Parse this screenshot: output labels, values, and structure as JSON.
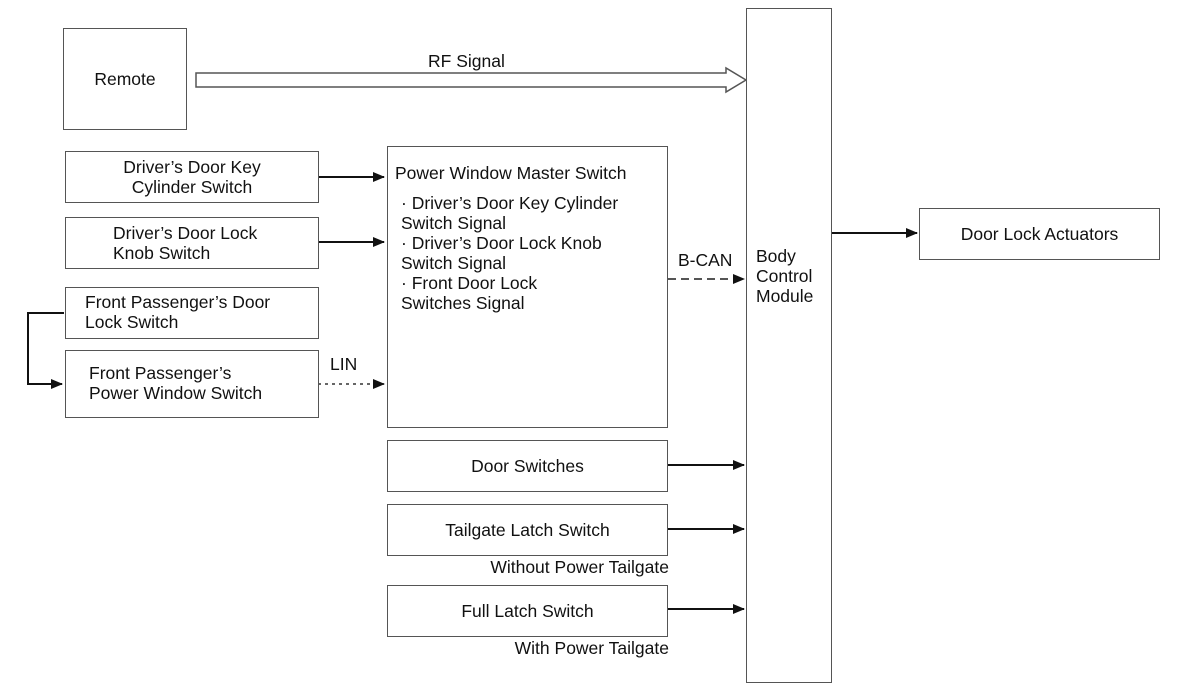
{
  "remote": "Remote",
  "rf_signal": "RF Signal",
  "key_cylinder": {
    "line1": "Driver’s Door Key",
    "line2": "Cylinder Switch"
  },
  "lock_knob": {
    "line1": "Driver’s Door Lock",
    "line2": "Knob Switch"
  },
  "front_pass_lock": {
    "line1": "Front Passenger’s Door",
    "line2": "Lock Switch"
  },
  "front_pass_window": {
    "line1": "Front Passenger’s",
    "line2": "Power Window Switch"
  },
  "lin": "LIN",
  "master_switch": {
    "title": "Power Window Master Switch",
    "items": [
      [
        "· Driver’s Door Key Cylinder",
        "Switch Signal"
      ],
      [
        "· Driver’s Door Lock Knob",
        "Switch Signal"
      ],
      [
        "· Front Door Lock",
        "Switches Signal"
      ]
    ]
  },
  "bcan": "B-CAN",
  "bcm": {
    "line1": "Body",
    "line2": "Control",
    "line3": "Module"
  },
  "door_lock_actuators": "Door Lock Actuators",
  "door_switches": "Door Switches",
  "tailgate_latch": "Tailgate Latch Switch",
  "without_power_tailgate": "Without Power Tailgate",
  "full_latch": "Full Latch Switch",
  "with_power_tailgate": "With Power Tailgate",
  "colors": {
    "stroke": "#555555",
    "arrow": "#111111",
    "text": "#111111"
  }
}
